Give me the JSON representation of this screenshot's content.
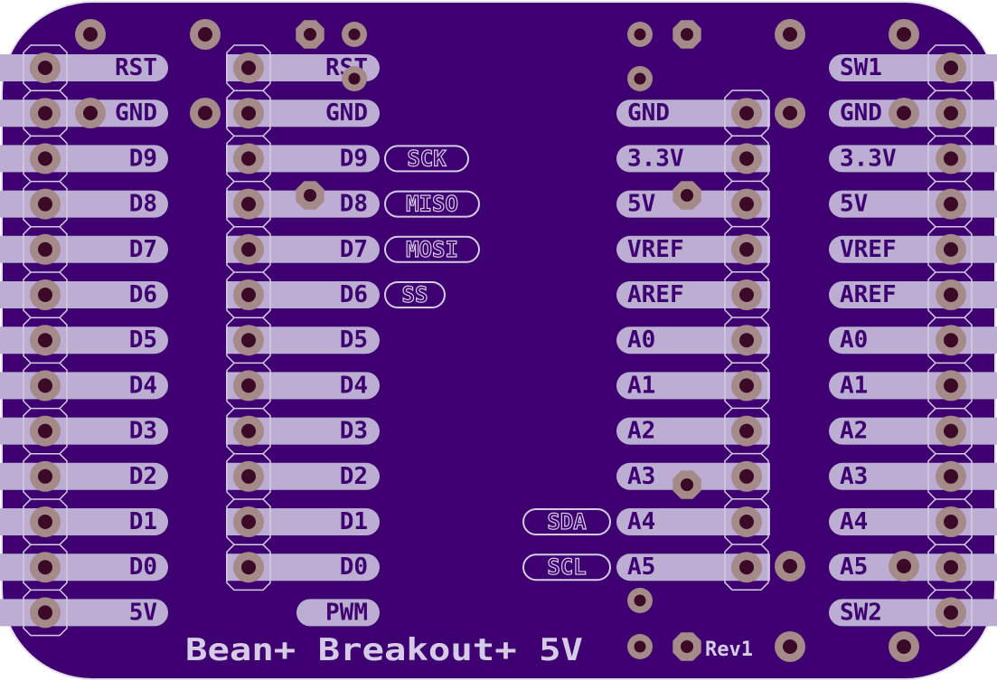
{
  "board": {
    "title": "Bean+ Breakout+ 5V",
    "revision": "Rev1",
    "colors": {
      "board": "#3e0070",
      "copper": "#a48a88",
      "hole": "#3b0a26",
      "silk": "#d6cbe6",
      "trace": "#bcaed2"
    }
  },
  "left_outer_pins": [
    "RST",
    "GND",
    "D9",
    "D8",
    "D7",
    "D6",
    "D5",
    "D4",
    "D3",
    "D2",
    "D1",
    "D0",
    "5V"
  ],
  "left_inner_pins": [
    "RST",
    "GND",
    "D9",
    "D8",
    "D7",
    "D6",
    "D5",
    "D4",
    "D3",
    "D2",
    "D1",
    "D0",
    "PWM"
  ],
  "spi_labels": [
    "SCK",
    "MISO",
    "MOSI",
    "SS"
  ],
  "i2c_labels": [
    "SDA",
    "SCL"
  ],
  "right_inner_pins": [
    "GND",
    "3.3V",
    "5V",
    "VREF",
    "AREF",
    "A0",
    "A1",
    "A2",
    "A3",
    "A4",
    "A5"
  ],
  "right_outer_pins": [
    "SW1",
    "GND",
    "3.3V",
    "5V",
    "VREF",
    "AREF",
    "A0",
    "A1",
    "A2",
    "A3",
    "A4",
    "A5",
    "SW2"
  ]
}
